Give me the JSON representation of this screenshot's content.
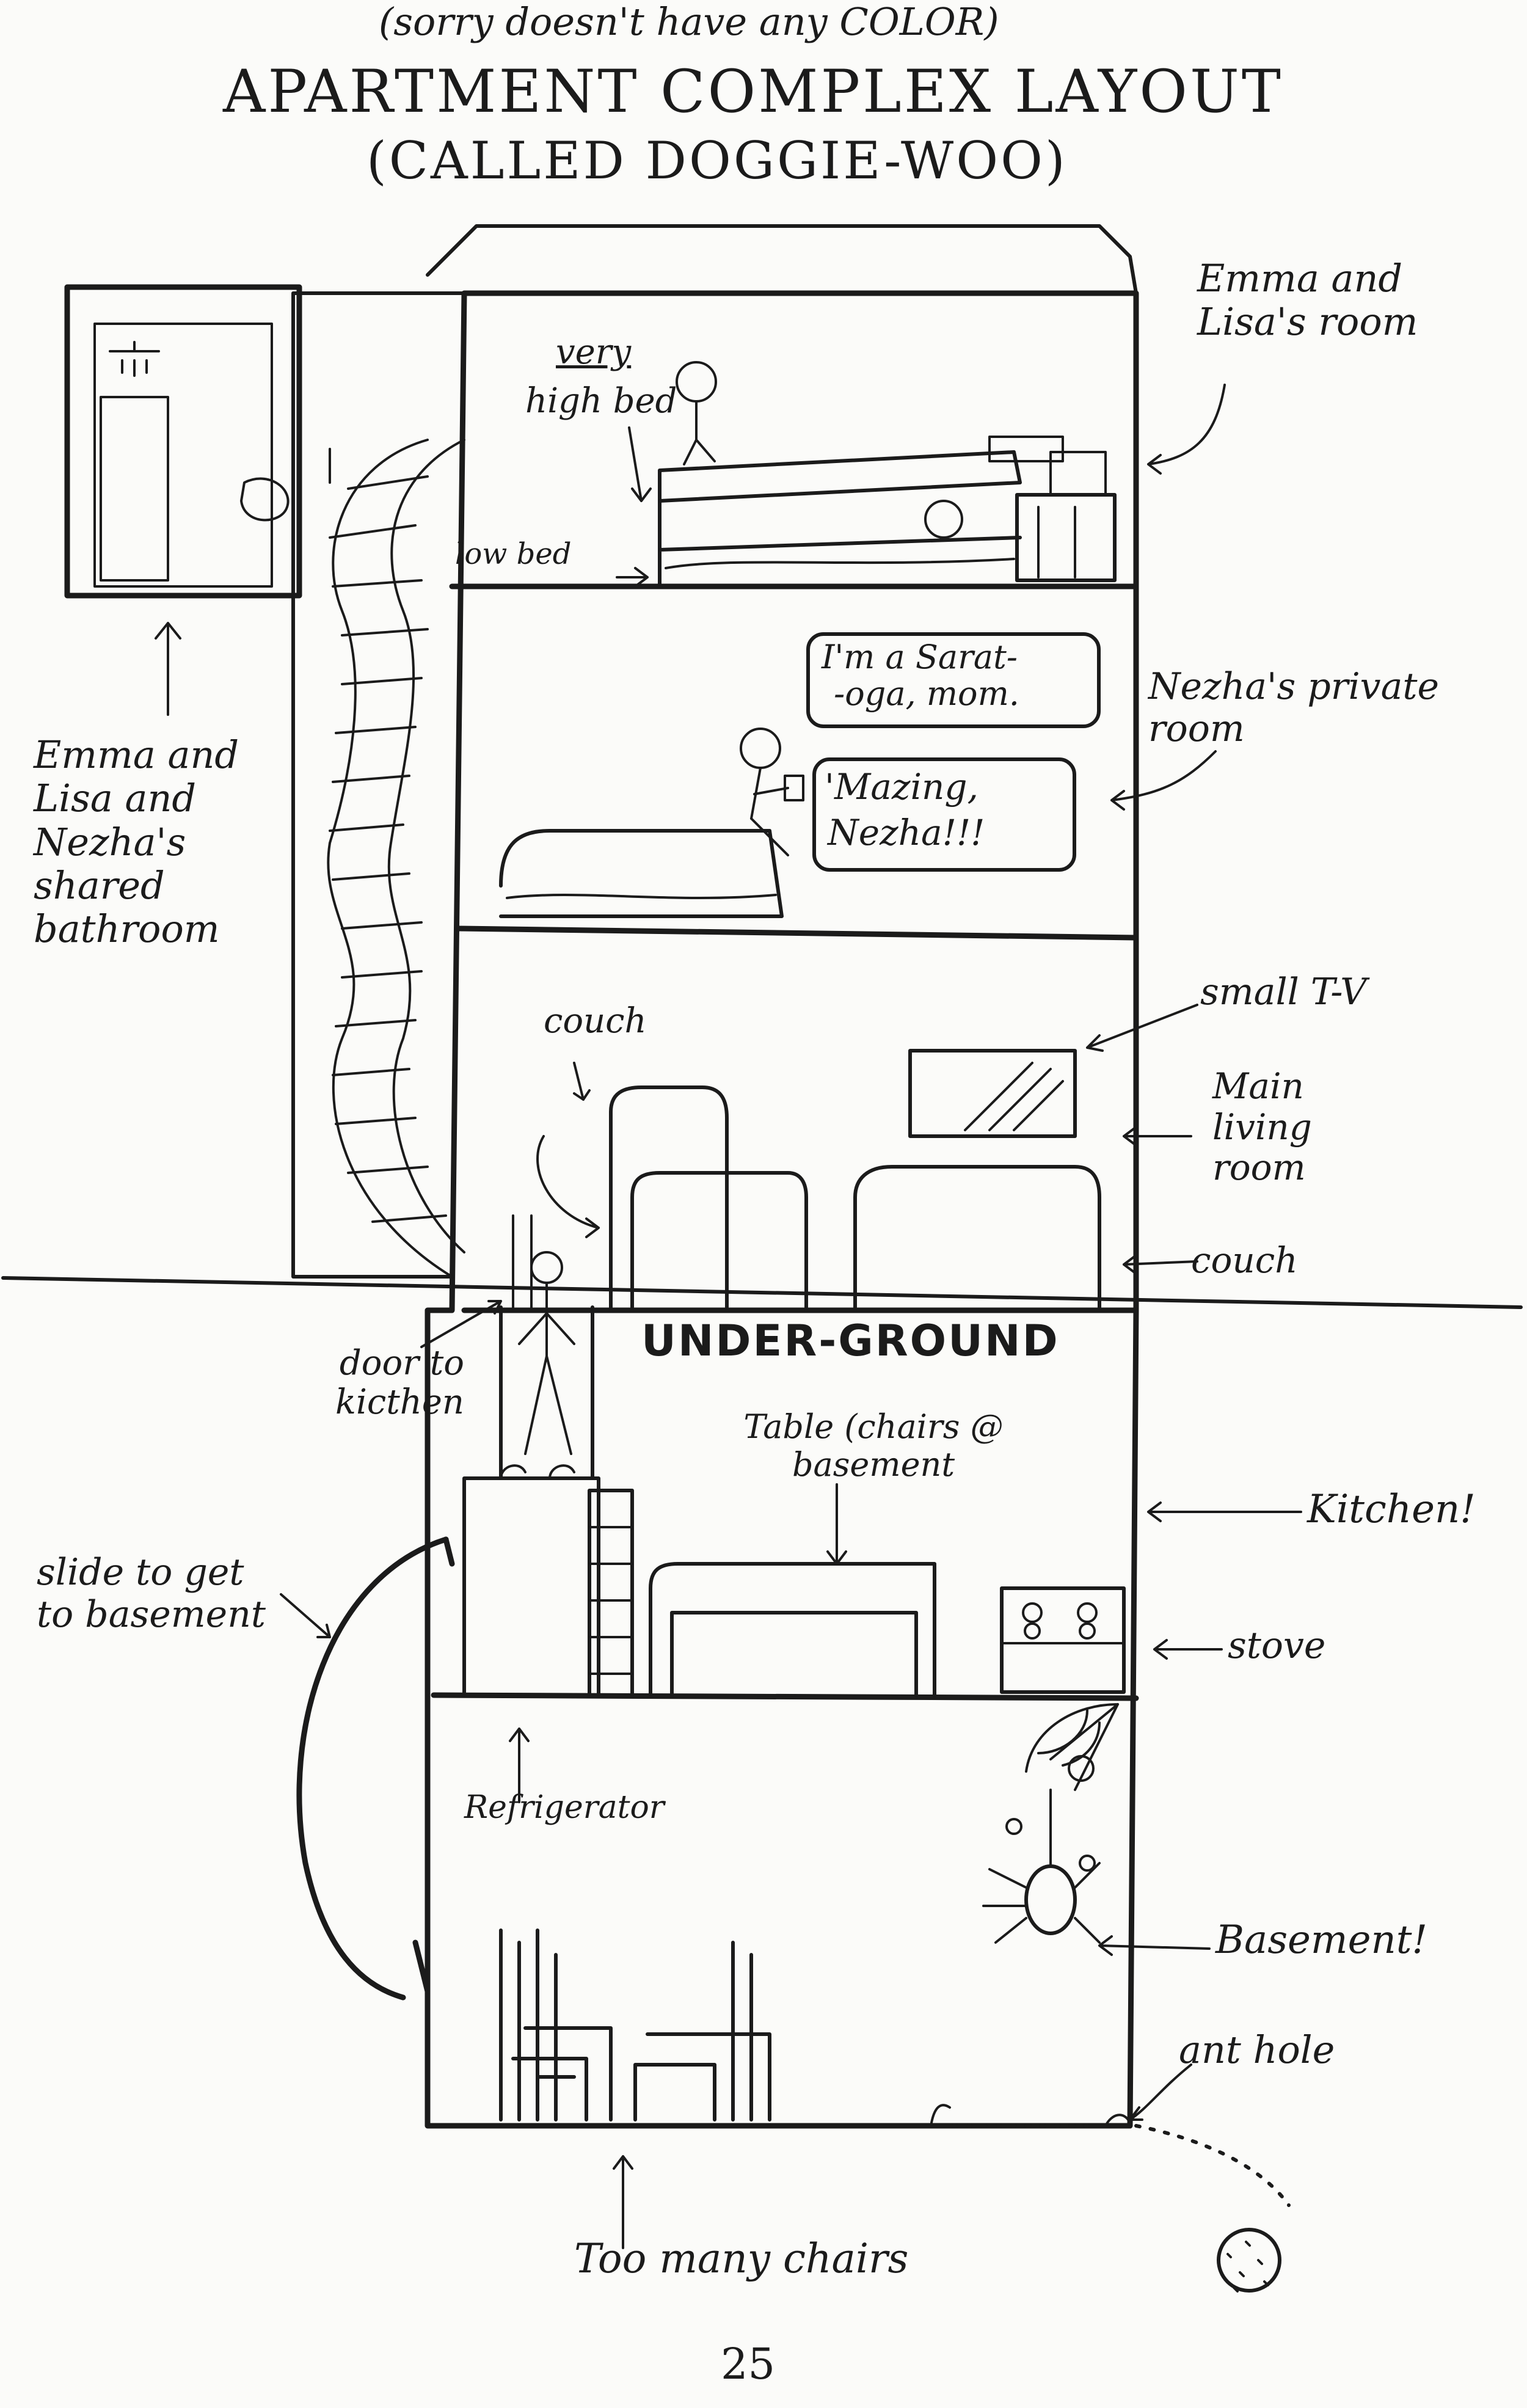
{
  "header": {
    "note": "(sorry doesn't have any COLOR)",
    "title": "APARTMENT COMPLEX LAYOUT",
    "subtitle": "(CALLED DOGGIE-WOO)"
  },
  "rooms": {
    "bedroom_top": "Emma and Lisa's room",
    "very": "very",
    "high_bed": "high bed",
    "low_bed": "low bed",
    "private_room": "Nezha's private room",
    "bathroom": "Emma and Lisa and Nezha's shared bathroom",
    "small_tv": "small T-V",
    "living_room": "Main living room",
    "couch_top": "couch",
    "couch_right": "couch",
    "underground": "UNDER-GROUND",
    "door": "door to kicthen",
    "table": "Table (chairs @ basement",
    "kitchen": "Kitchen!",
    "stove": "stove",
    "slide": "slide to get to basement",
    "fridge": "Refrigerator",
    "basement": "Basement!",
    "ant_hole": "ant hole",
    "chairs": "Too many chairs"
  },
  "speech": {
    "line1a": "I'm a Sarat-",
    "line1b": "-oga, mom.",
    "line2a": "'Mazing,",
    "line2b": "Nezha!!!"
  },
  "page_number": "25"
}
